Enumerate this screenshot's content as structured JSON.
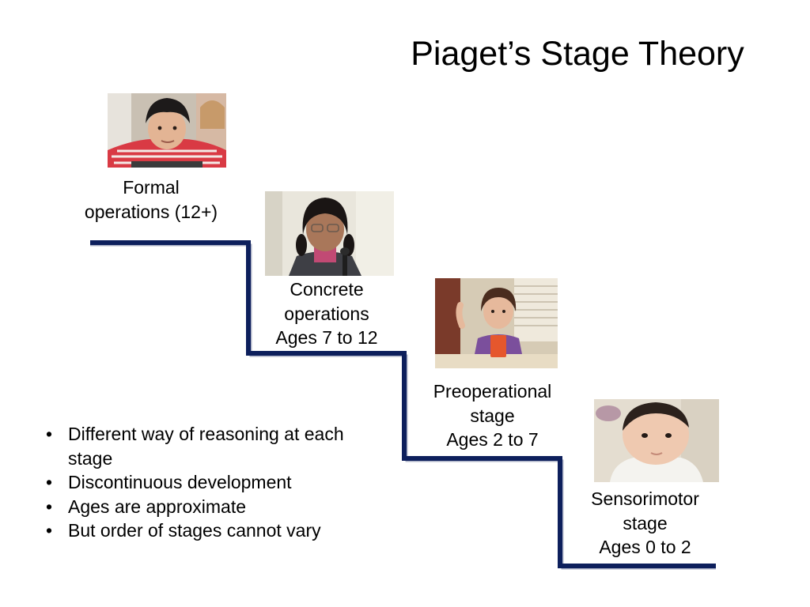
{
  "title": "Piaget’s Stage Theory",
  "colors": {
    "staircase": "#0d1f5c",
    "background": "#ffffff",
    "text": "#000000"
  },
  "stages": [
    {
      "id": "formal",
      "lines": [
        "Formal",
        "operations (12+)"
      ],
      "photo": "teen-boy-photo"
    },
    {
      "id": "concrete",
      "lines": [
        "Concrete",
        "operations",
        "Ages 7 to 12"
      ],
      "photo": "girl-with-microphone-photo"
    },
    {
      "id": "preoperational",
      "lines": [
        "Preoperational",
        "stage",
        "Ages 2 to 7"
      ],
      "photo": "toddler-at-table-photo"
    },
    {
      "id": "sensorimotor",
      "lines": [
        "Sensorimotor",
        "stage",
        "Ages 0 to 2"
      ],
      "photo": "baby-photo"
    }
  ],
  "bullets": [
    "Different way of reasoning at each stage",
    "Discontinuous development",
    "Ages are approximate",
    "But order of stages cannot vary"
  ]
}
